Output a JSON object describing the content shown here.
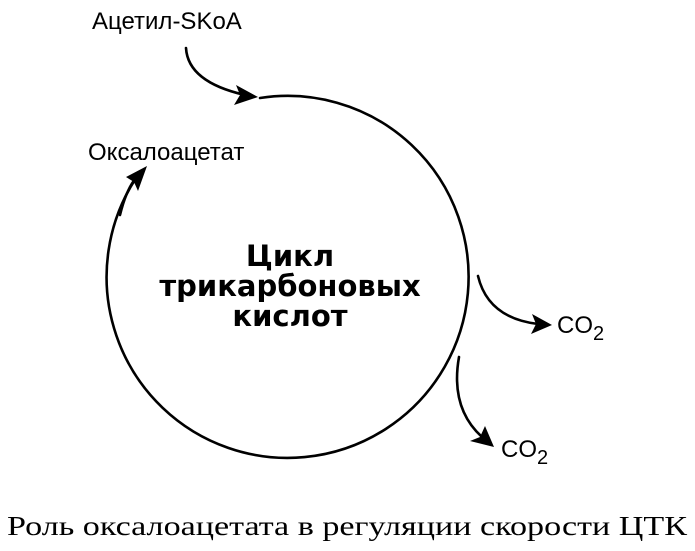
{
  "diagram": {
    "inputs": {
      "acetyl_coa": "Ацетил-SKoA",
      "oxaloacetate": "Оксалоацетат"
    },
    "cycle_title": [
      "Цикл",
      "трикарбоновых",
      "кислот"
    ],
    "outputs": [
      {
        "base": "CO",
        "subscript": "2"
      },
      {
        "base": "CO",
        "subscript": "2"
      }
    ],
    "caption": "Роль оксалоацетата в регуляции скорости ЦТК",
    "colors": {
      "line": "#000000",
      "background": "#ffffff"
    }
  }
}
